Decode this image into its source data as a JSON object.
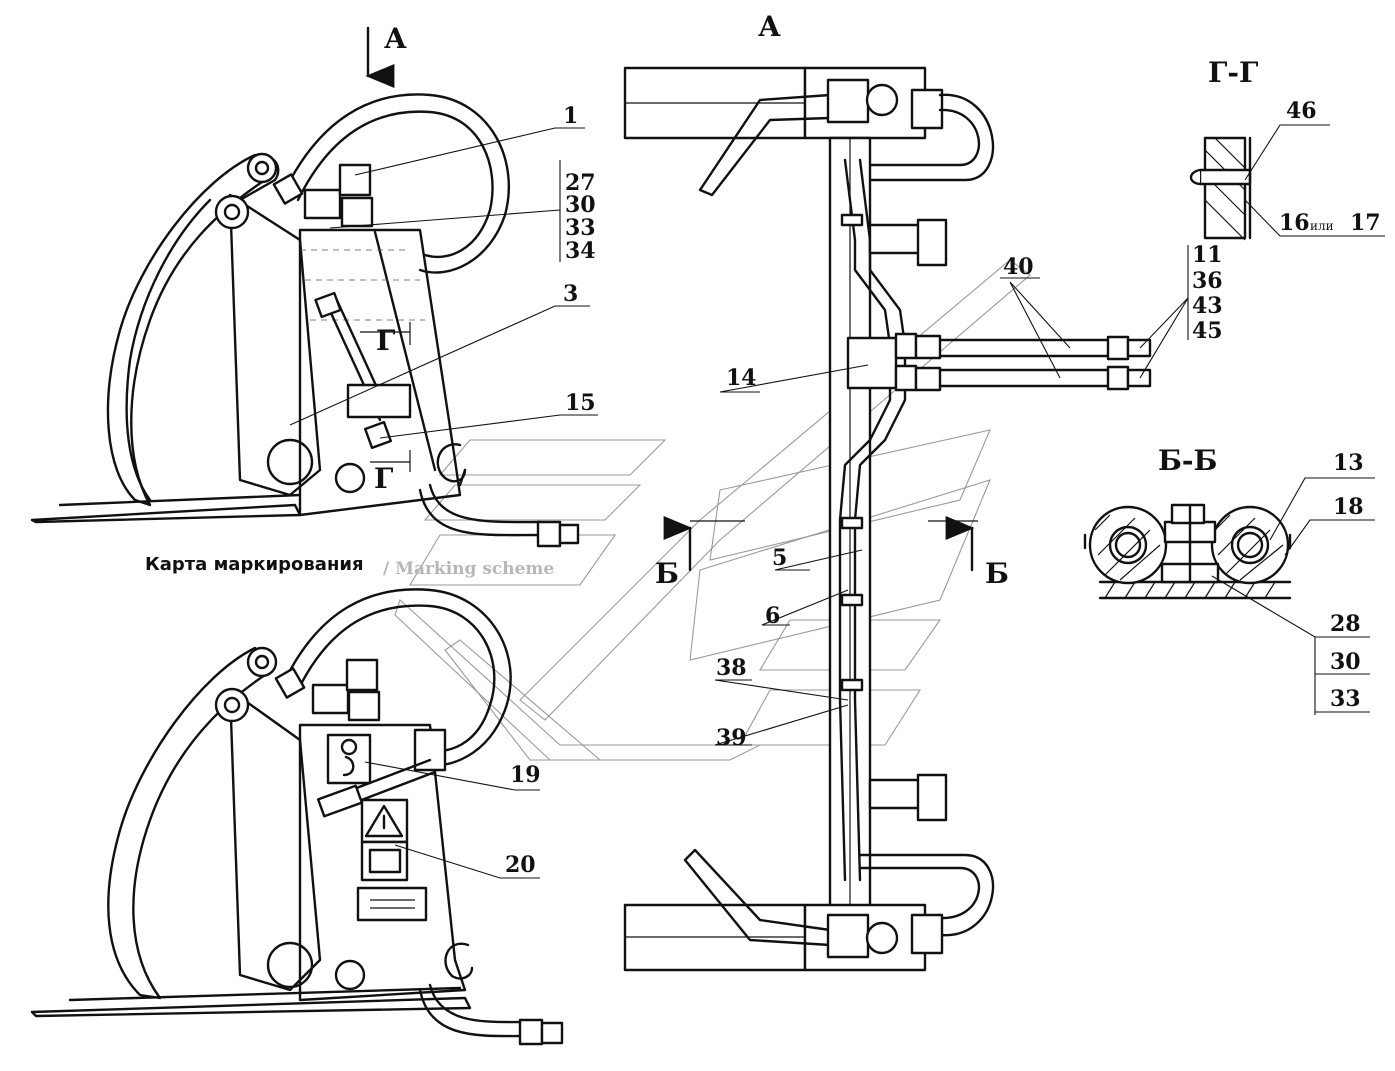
{
  "view_labels": {
    "arrow_a": "А",
    "view_a": "А",
    "section_g": "Г-Г",
    "section_b": "Б-Б",
    "cut_g_top": "Г",
    "cut_g_bottom": "Г",
    "cut_b_left": "Б",
    "cut_b_right": "Б"
  },
  "caption": {
    "ru": "Карта маркирования",
    "en": "/ Marking scheme"
  },
  "callouts": {
    "c1": "1",
    "c27": "27",
    "c30a": "30",
    "c33a": "33",
    "c34": "34",
    "c3": "3",
    "c15": "15",
    "c14": "14",
    "c40": "40",
    "c11": "11",
    "c36": "36",
    "c43": "43",
    "c45": "45",
    "c46": "46",
    "c16": "16",
    "c_or": "или",
    "c17": "17",
    "c5": "5",
    "c6": "6",
    "c38": "38",
    "c39": "39",
    "c13": "13",
    "c18": "18",
    "c28": "28",
    "c30b": "30",
    "c33b": "33",
    "c19": "19",
    "c20": "20"
  }
}
